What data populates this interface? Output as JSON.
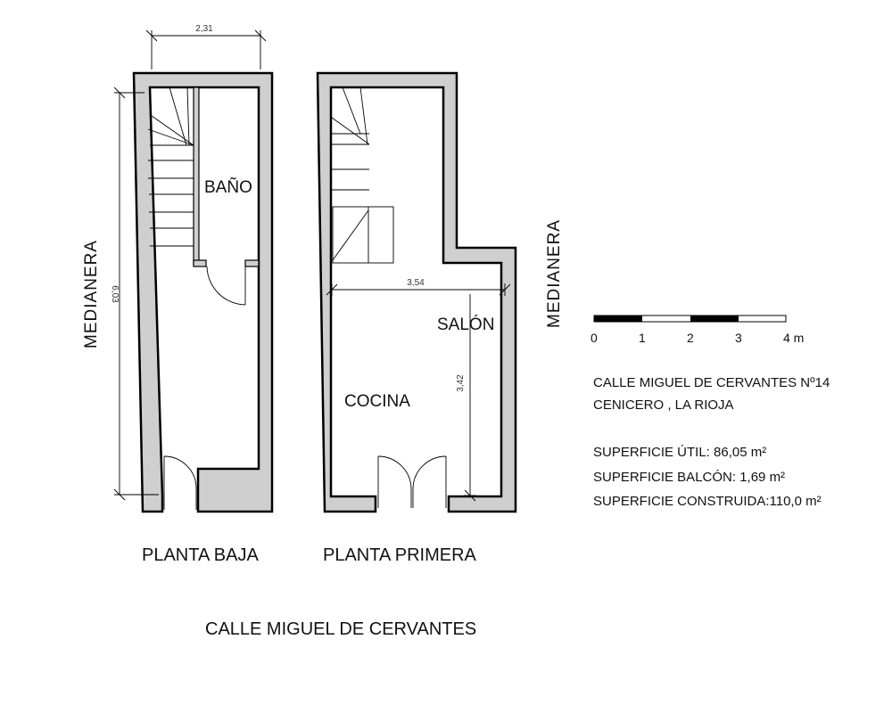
{
  "dimensions": {
    "top_width": "2,31",
    "left_height": "6,03",
    "inner_width": "3,54",
    "inner_height": "3,42"
  },
  "labels": {
    "medianera_left": "MEDIANERA",
    "medianera_right": "MEDIANERA",
    "bano": "BAÑO",
    "salon": "SALÓN",
    "cocina": "COCINA",
    "planta_baja": "PLANTA BAJA",
    "planta_primera": "PLANTA PRIMERA",
    "street": "CALLE MIGUEL DE CERVANTES"
  },
  "scale_bar": {
    "ticks": [
      "0",
      "1",
      "2",
      "3",
      "4 m"
    ]
  },
  "info": {
    "address_line1": "CALLE MIGUEL DE CERVANTES  Nº14",
    "address_line2": "CENICERO , LA RIOJA",
    "superficie_util": "SUPERFICIE ÚTIL:  86,05 m²",
    "superficie_balcon": "SUPERFICIE BALCÓN:  1,69 m²",
    "superficie_construida": "SUPERFICIE CONSTRUIDA:110,0 m²"
  }
}
